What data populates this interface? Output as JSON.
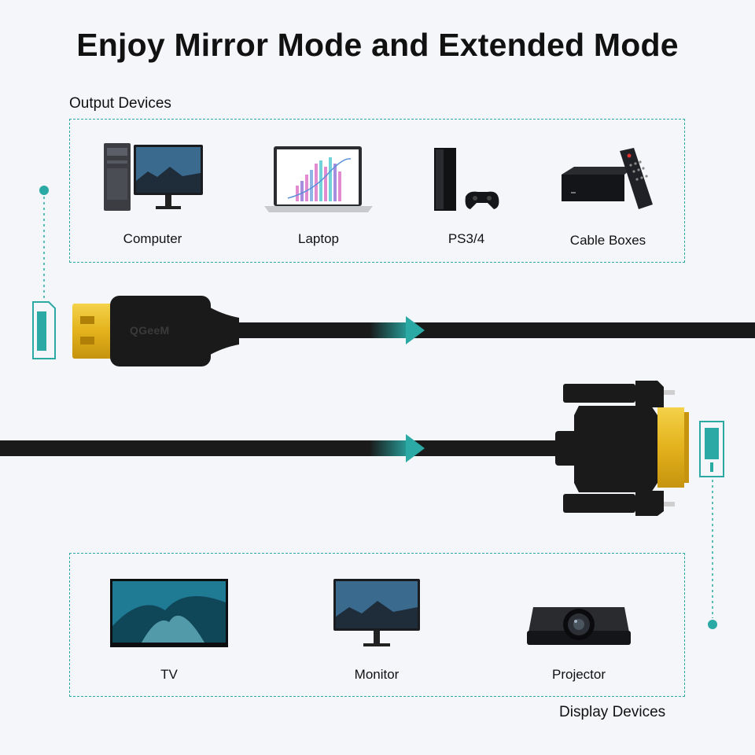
{
  "title": "Enjoy Mirror Mode and Extended Mode",
  "output_section": {
    "label": "Output Devices",
    "devices": [
      {
        "label": "Computer",
        "icon": "computer-icon"
      },
      {
        "label": "Laptop",
        "icon": "laptop-icon"
      },
      {
        "label": "PS3/4",
        "icon": "game-console-icon"
      },
      {
        "label": "Cable Boxes",
        "icon": "cable-box-icon"
      }
    ]
  },
  "display_section": {
    "label": "Display Devices",
    "devices": [
      {
        "label": "TV",
        "icon": "tv-icon"
      },
      {
        "label": "Monitor",
        "icon": "monitor-icon"
      },
      {
        "label": "Projector",
        "icon": "projector-icon"
      }
    ]
  },
  "cable": {
    "brand": "QGeeM",
    "input_connector": "hdmi-connector",
    "output_connector": "dvi-connector"
  },
  "colors": {
    "accent": "#2aa9a5",
    "cable": "#1a1a1a",
    "gold": "#e3b21c",
    "background": "#f5f6fa"
  }
}
